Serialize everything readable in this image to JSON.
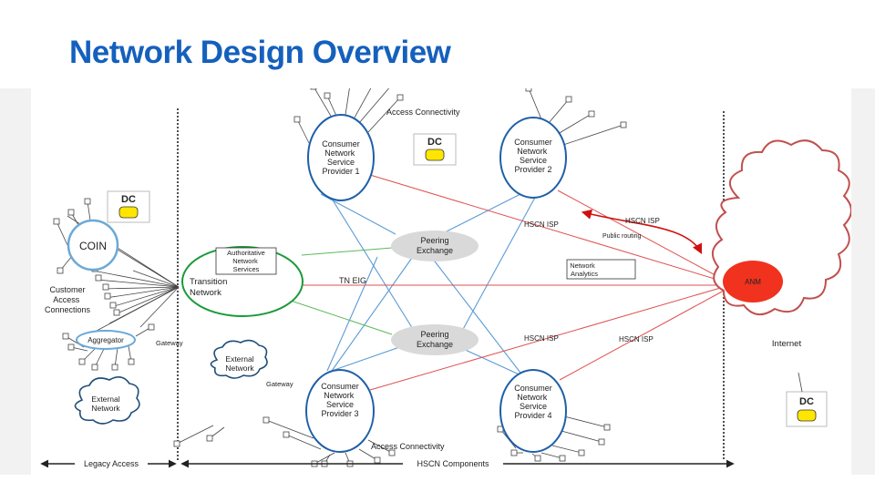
{
  "title": "Network Design Overview",
  "nodes": {
    "cnsp1": [
      "Consumer",
      "Network",
      "Service",
      "Provider 1"
    ],
    "cnsp2": [
      "Consumer",
      "Network",
      "Service",
      "Provider 2"
    ],
    "cnsp3": [
      "Consumer",
      "Network",
      "Service",
      "Provider 3"
    ],
    "cnsp4": [
      "Consumer",
      "Network",
      "Service",
      "Provider 4"
    ],
    "peering1": [
      "Peering",
      "Exchange"
    ],
    "peering2": [
      "Peering",
      "Exchange"
    ],
    "transition": [
      "Transition",
      "Network"
    ],
    "authoritative": [
      "Authoritative",
      "Network",
      "Services"
    ],
    "coin": "COIN",
    "aggregator": "Aggregator",
    "anm": "ANM",
    "internet": "Internet",
    "external_left": [
      "External",
      "Network"
    ],
    "external_mid": [
      "External",
      "Network"
    ],
    "network_analytics": [
      "Network",
      "Analytics"
    ],
    "customer_access": [
      "Customer",
      "Access",
      "Connections"
    ],
    "dc": "DC"
  },
  "labels": {
    "access_top": "Access Connectivity",
    "access_bottom": "Access Connectivity",
    "hscn_isp": "HSCN ISP",
    "public_routing": "Public routing",
    "tn_eig": "TN EIG",
    "gateway": "Gateway"
  },
  "bottom_bar": {
    "legacy": "Legacy Access",
    "hscn": "HSCN Components"
  },
  "colors": {
    "title": "#1560bd",
    "provider": "#1f5fa8",
    "blue_link": "#5b9bd5",
    "red_link": "#e05050",
    "green_link": "#5cb85c",
    "transition": "#1a9a3a",
    "anm": "#f0321e",
    "cloud": "#c0504d",
    "peering": "#d9d9d9",
    "dc": "#ffe600"
  }
}
